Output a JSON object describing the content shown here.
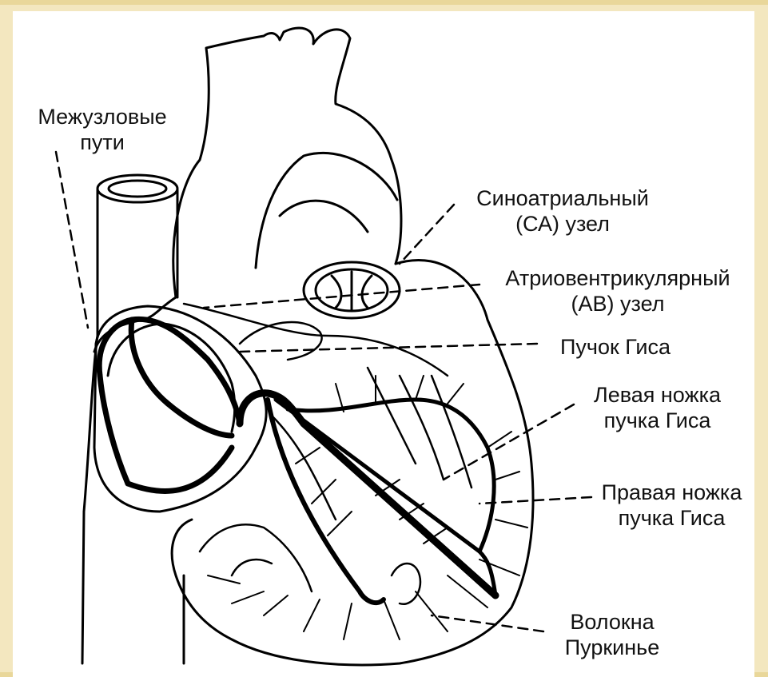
{
  "colors": {
    "background": "#f3e7bf",
    "stripe": "#e9d79a",
    "panel": "#ffffff",
    "ink": "#000000"
  },
  "labels": {
    "internodal": [
      "Межузловые",
      "пути"
    ],
    "sa_node": [
      "Синоатриальный",
      "(СА) узел"
    ],
    "av_node": [
      "Атриовентрикулярный",
      "(АВ) узел"
    ],
    "his_bundle": [
      "Пучок Гиса"
    ],
    "left_branch": [
      "Левая ножка",
      "пучка Гиса"
    ],
    "right_branch": [
      "Правая ножка",
      "пучка Гиса"
    ],
    "purkinje": [
      "Волокна",
      "Пуркинье"
    ]
  }
}
